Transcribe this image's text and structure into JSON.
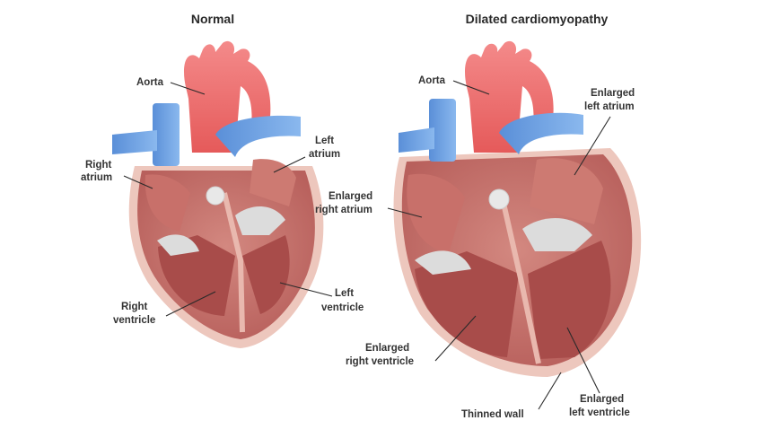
{
  "titles": {
    "normal": "Normal",
    "dilated": "Dilated cardiomyopathy"
  },
  "normal_labels": {
    "aorta": "Aorta",
    "right_atrium": [
      "Right",
      "atrium"
    ],
    "left_atrium": [
      "Left",
      "atrium"
    ],
    "right_ventricle": [
      "Right",
      "ventricle"
    ],
    "left_ventricle": [
      "Left",
      "ventricle"
    ]
  },
  "dilated_labels": {
    "aorta": "Aorta",
    "enlarged_left_atrium": [
      "Enlarged",
      "left atrium"
    ],
    "enlarged_right_atrium": [
      "Enlarged",
      "right atrium"
    ],
    "enlarged_right_ventricle": [
      "Enlarged",
      "right ventricle"
    ],
    "thinned_wall": "Thinned wall",
    "enlarged_left_ventricle": [
      "Enlarged",
      "left ventricle"
    ]
  },
  "colors": {
    "aorta": "#ee6a6a",
    "vessel_blue": "#6a9fe0",
    "muscle": "#c97a72",
    "muscle_dark": "#a24a48",
    "chamber": "#d88a82",
    "outline": "#e8c0b6",
    "valve": "#dcdcdc"
  }
}
